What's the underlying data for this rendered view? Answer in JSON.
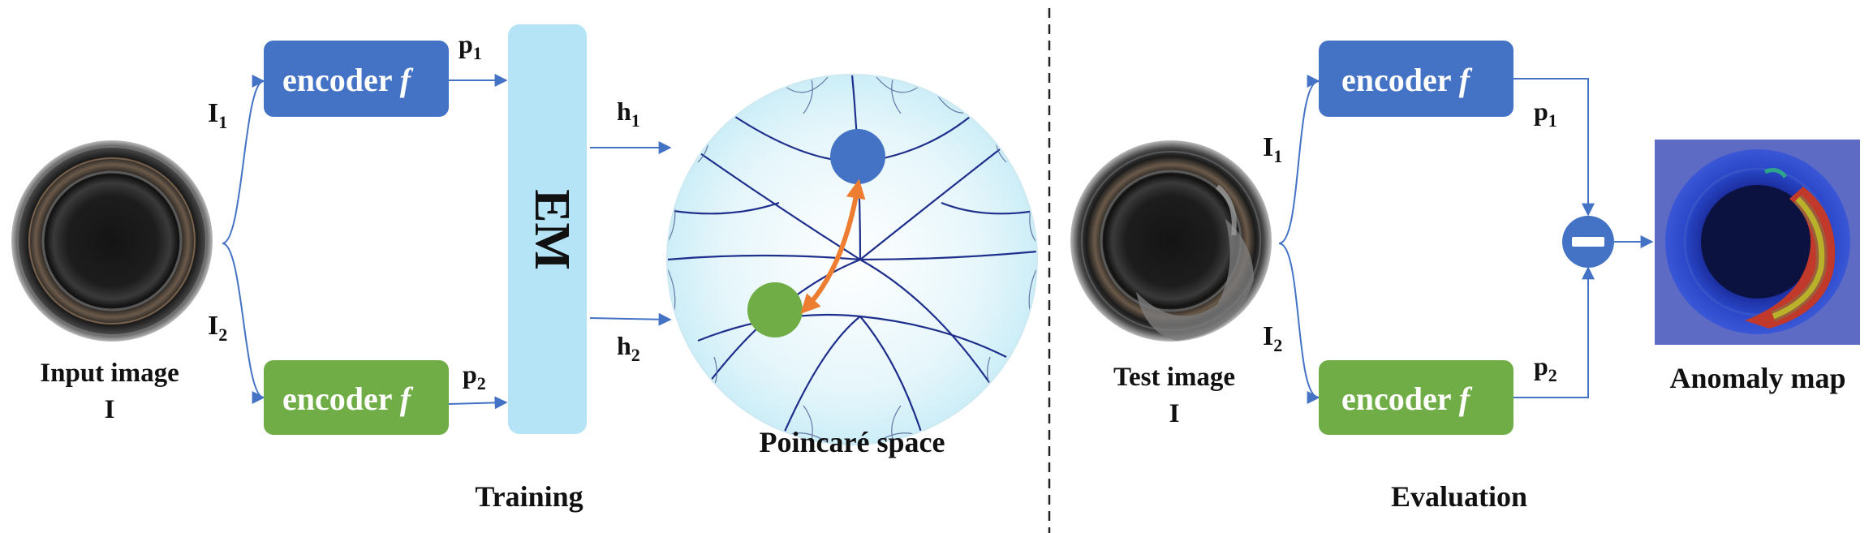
{
  "training": {
    "caption": "Training",
    "input_caption_line1": "Input image",
    "input_caption_line2": "I",
    "branch1": {
      "label_main": "I",
      "label_sub": "1"
    },
    "branch2": {
      "label_main": "I",
      "label_sub": "2"
    },
    "encoder_top": {
      "text": "encoder",
      "symbol": "f",
      "color": "#4472C4"
    },
    "encoder_bottom": {
      "text": "encoder",
      "symbol": "f",
      "color": "#70AD47"
    },
    "p1": {
      "main": "p",
      "sub": "1"
    },
    "p2": {
      "main": "p",
      "sub": "2"
    },
    "em_block": {
      "text": "EM",
      "color": "#B4E4F5"
    },
    "h1": {
      "main": "h",
      "sub": "1"
    },
    "h2": {
      "main": "h",
      "sub": "2"
    },
    "poincare_caption": "Poincaré space"
  },
  "evaluation": {
    "caption": "Evaluation",
    "input_caption_line1": "Test image",
    "input_caption_line2": "I",
    "branch1": {
      "label_main": "I",
      "label_sub": "1"
    },
    "branch2": {
      "label_main": "I",
      "label_sub": "2"
    },
    "encoder_top": {
      "text": "encoder",
      "symbol": "f",
      "color": "#4472C4"
    },
    "encoder_bottom": {
      "text": "encoder",
      "symbol": "f",
      "color": "#70AD47"
    },
    "p1": {
      "main": "p",
      "sub": "1"
    },
    "p2": {
      "main": "p",
      "sub": "2"
    },
    "output_caption": "Anomaly map"
  },
  "colors": {
    "arrow": "#4472C4",
    "hyperbolic_arrow": "#ED7D31",
    "disk_fill": "#D5F0F7",
    "geodesic": "#1F2F8C"
  }
}
